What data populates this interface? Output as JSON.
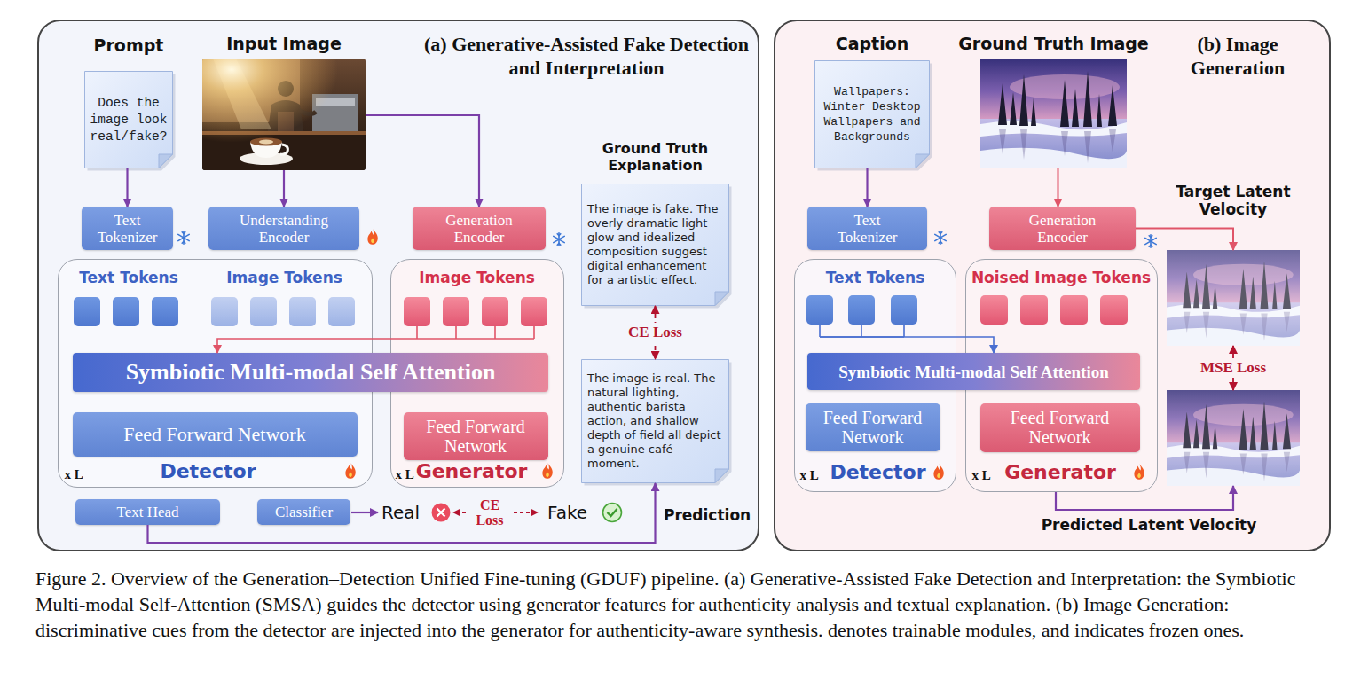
{
  "diagram": {
    "caption": "Figure 2. Overview of the Generation–Detection Unified Fine-tuning (GDUF) pipeline. (a) Generative-Assisted Fake Detection and Interpretation: the Symbiotic Multi-modal Self-Attention (SMSA) guides the detector using generator features for authenticity analysis and textual explanation. (b) Image Generation: discriminative cues from the detector are injected into the generator for authenticity-aware synthesis. denotes trainable modules, and indicates frozen ones.",
    "nodes": [
      {
        "text": [
          "(a) Generative-Assisted Fake Detection and Interpretation"
        ]
      },
      {
        "text": [
          "Prompt",
          "Does the image look real/fake?"
        ],
        "in": 0
      },
      {
        "text": [
          "Input Image"
        ],
        "in": 0
      },
      {
        "text": [
          "Text Tokenizer"
        ],
        "in": 0
      },
      {
        "text": [
          "Understanding Encoder"
        ],
        "in": 0
      },
      {
        "text": [
          "Generation Encoder"
        ],
        "in": 0
      },
      {
        "text": [
          "Text Tokens",
          "Image Tokens",
          "x L",
          "Detector"
        ],
        "in": 0
      },
      {
        "text": [
          "Image Tokens",
          "x L",
          "Generator"
        ],
        "in": 0
      },
      {
        "text": [
          "Symbiotic Multi-modal Self Attention"
        ],
        "in": 0
      },
      {
        "text": [
          "Feed Forward Network"
        ],
        "in": 6
      },
      {
        "text": [
          "Feed Forward Network"
        ],
        "in": 7
      },
      {
        "text": [
          "Ground Truth Explanation",
          "The image is fake. The overly dramatic light glow and idealized composition suggest digital enhancement for a artistic effect."
        ],
        "in": 0
      },
      {
        "text": [
          "The image is real. The natural lighting, authentic barista action, and shallow depth of field all depict a genuine café moment."
        ],
        "in": 0
      },
      {
        "text": [
          "Text Head"
        ],
        "in": 0
      },
      {
        "text": [
          "Classifier"
        ],
        "in": 0
      },
      {
        "text": [
          "(b) Image Generation"
        ]
      },
      {
        "text": [
          "Caption",
          "Wallpapers: Winter Desktop Wallpapers and Backgrounds"
        ],
        "in": 15
      },
      {
        "text": [
          "Ground Truth Image"
        ],
        "in": 15
      },
      {
        "text": [
          "Text Tokenizer"
        ],
        "in": 15
      },
      {
        "text": [
          "Generation Encoder"
        ],
        "in": 15
      },
      {
        "text": [
          "Target Latent Velocity"
        ],
        "in": 15
      },
      {
        "text": [
          "Text Tokens",
          "x L",
          "Detector"
        ],
        "in": 15
      },
      {
        "text": [
          "Noised Image Tokens",
          "x L",
          "Generator"
        ],
        "in": 15
      },
      {
        "text": [
          "Symbiotic Multi-modal Self Attention"
        ],
        "in": 15
      },
      {
        "text": [
          "Feed Forward Network"
        ],
        "in": 21
      },
      {
        "text": [
          "Feed Forward Network"
        ],
        "in": 22
      },
      {
        "text": [
          "Predicted Latent Velocity"
        ],
        "in": 15
      }
    ],
    "edges": [
      {
        "from": 1,
        "to": 3,
        "arrow": "to"
      },
      {
        "from": 2,
        "to": 4,
        "arrow": "to"
      },
      {
        "from": 2,
        "to": 5,
        "arrow": "to"
      },
      {
        "from": 7,
        "to": 8,
        "arrow": "to"
      },
      {
        "from": 11,
        "to": 12,
        "label": "CE Loss",
        "arrow": "both"
      },
      {
        "from": 13,
        "to": 12,
        "arrow": "to"
      },
      {
        "from": 16,
        "to": 18,
        "arrow": "to"
      },
      {
        "from": 17,
        "to": 19,
        "arrow": "to"
      },
      {
        "from": 19,
        "to": 20,
        "arrow": "to"
      },
      {
        "from": 21,
        "to": 23,
        "arrow": "to"
      },
      {
        "from": 20,
        "to": 26,
        "label": "MSE Loss",
        "arrow": "both"
      },
      {
        "from": 22,
        "to": 26,
        "arrow": "to"
      }
    ],
    "labels": [
      "Real",
      "CE Loss",
      "Fake",
      "Prediction"
    ]
  }
}
